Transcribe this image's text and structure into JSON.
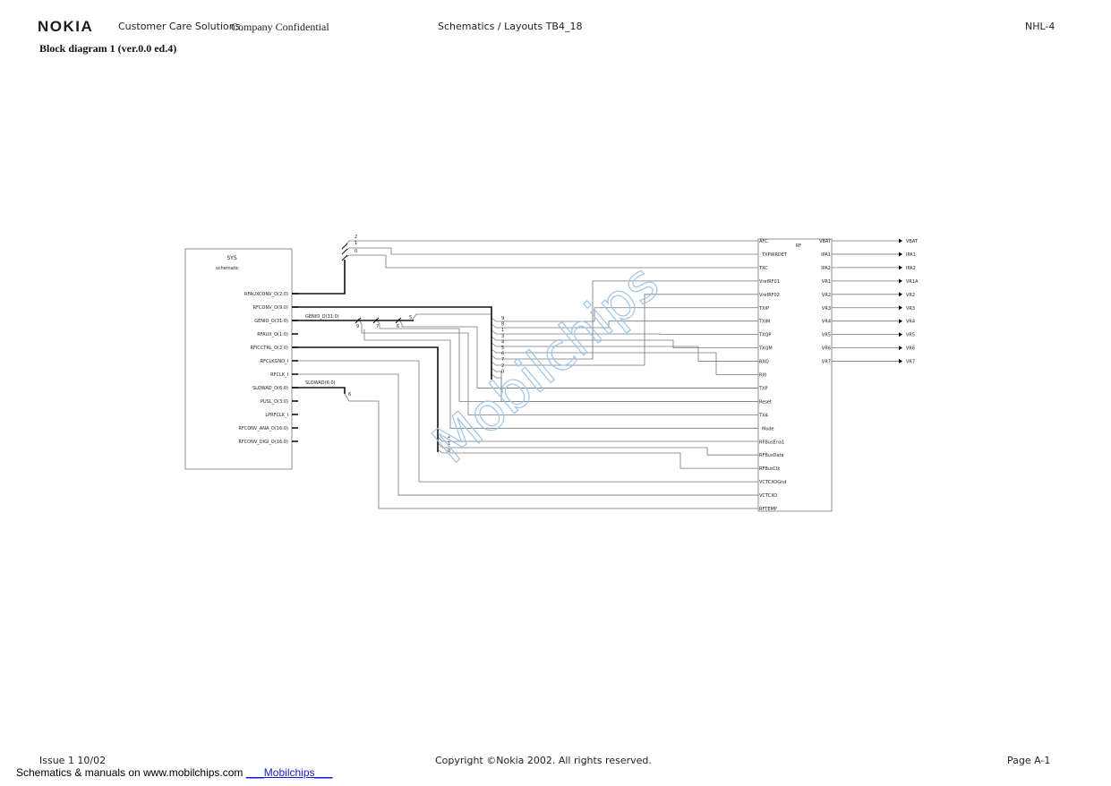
{
  "header": {
    "logo": "NOKIA",
    "subtitle_left": "Customer Care Solutions",
    "company_confidential": "Company Confidential",
    "center": "Schematics / Layouts TB4_18",
    "right": "NHL-4"
  },
  "title": "Block diagram 1 (ver.0.0 ed.4)",
  "watermark": "Mobilchips",
  "diagram": {
    "sys_block": {
      "name": "SYS",
      "kind": "schematic",
      "pins": [
        "RFAUXCONV_O(2:0)",
        "RFCONV_O(9:0)",
        "GENIO_O(31:0)",
        "RFAUX_O(1:0)",
        "RFICCTRL_O(2:0)",
        "RFCLKGND_I",
        "RFCLK_I",
        "SLOWAD_O(6:0)",
        "PUSL_O(3:0)",
        "LPRFCLK_I",
        "RFCONV_ANA_O(16:0)",
        "RFCONV_DIGI_O(16:0)"
      ]
    },
    "rf_block": {
      "name": "RF",
      "left_pins": [
        "AFC",
        "TXPWRDET",
        "TXC",
        "VrefRF01",
        "VrefRF02",
        "TXIP",
        "TXIM",
        "TXQP",
        "TXQM",
        "RXQ",
        "RXI",
        "TXP",
        "Reset",
        "TXA",
        "Mode",
        "RFBusEna1",
        "RFBusData",
        "RFBusClk",
        "VCTCXOGnd",
        "VCTCXO",
        "RFTEMP"
      ],
      "right_pins": [
        "VBAT",
        "IPA1",
        "IPA2",
        "VR1",
        "VR2",
        "VR3",
        "VR4",
        "VR5",
        "VR6",
        "VR7"
      ]
    },
    "outputs": [
      "VBAT",
      "IPA1",
      "IPA2",
      "VR1A",
      "VR2",
      "VR3",
      "VR4",
      "VR5",
      "VR6",
      "VR7"
    ],
    "net_labels": {
      "genio": "GENIO_O(31:0)",
      "slowad": "SLOWAD(6:0)"
    },
    "bus_bits": {
      "rfauxconv": [
        "2",
        "1",
        "0"
      ],
      "genio": [
        "9",
        "7",
        "6",
        "5"
      ],
      "rfconv": [
        "9",
        "8",
        "1",
        "3",
        "4",
        "5",
        "6",
        "7",
        "2",
        "0"
      ],
      "rficctrl": [
        "2",
        "1",
        "0"
      ],
      "slowad": [
        "6"
      ]
    }
  },
  "footer": {
    "issue": "Issue 1 10/02",
    "copyright": "Copyright ©Nokia 2002. All rights reserved.",
    "page": "Page A-1",
    "link_prefix": "Schematics & manuals on www.mobilchips.com",
    "link_text": "___Mobilchips___"
  }
}
